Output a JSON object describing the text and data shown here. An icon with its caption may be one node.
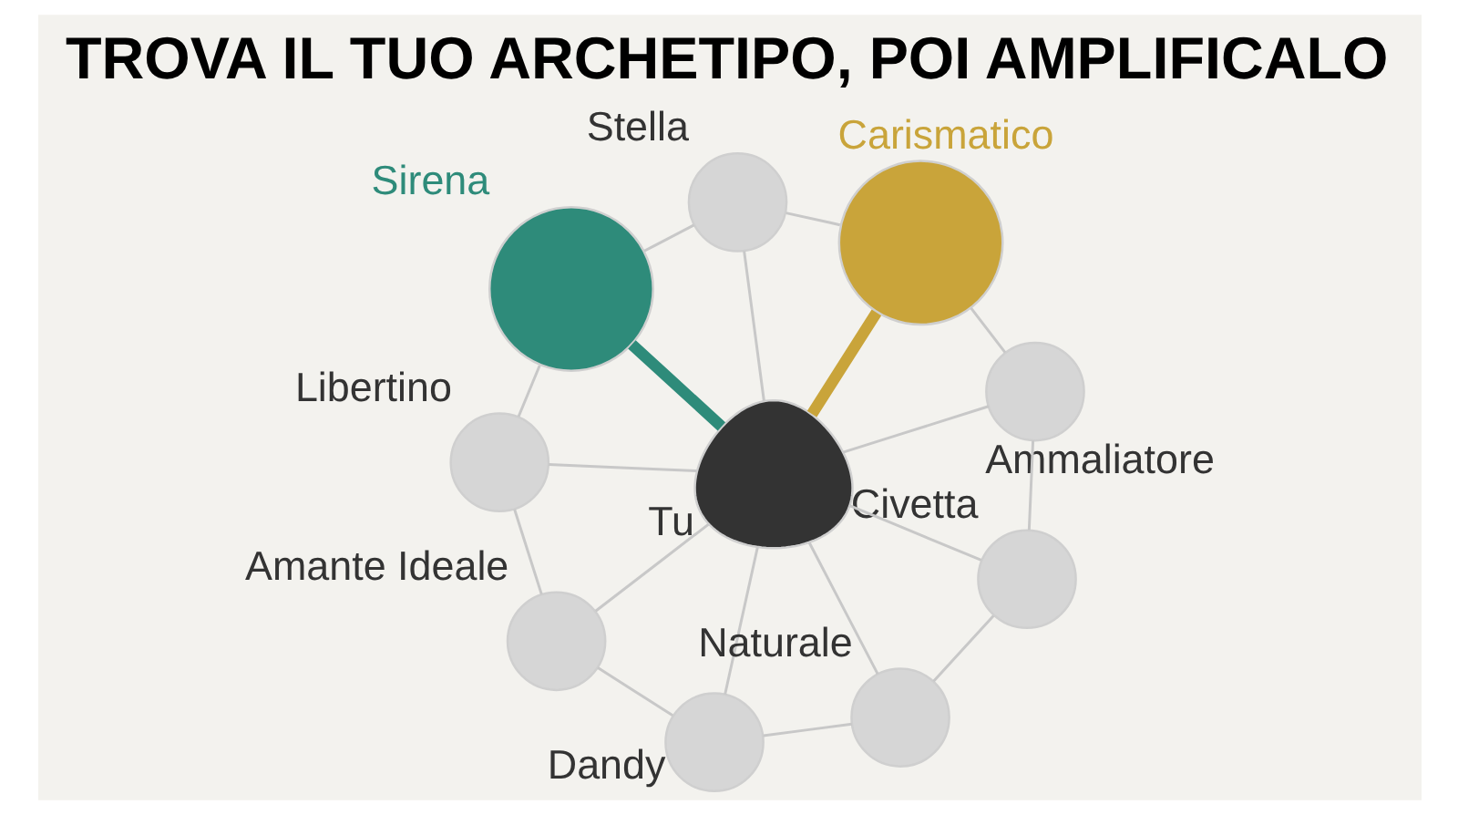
{
  "diagram": {
    "title": "TROVA IL TUO ARCHETIPO, POI AMPLIFICALO",
    "nodes": [
      {
        "text": [],
        "shape": "circle",
        "beside": [
          "Sirena"
        ]
      },
      {
        "text": [],
        "shape": "circle",
        "beside": [
          "Stella"
        ]
      },
      {
        "text": [],
        "shape": "circle",
        "beside": [
          "Libertino"
        ]
      },
      {
        "text": [],
        "shape": "circle",
        "beside": [
          "Carismatico"
        ]
      },
      {
        "text": [],
        "shape": "circle",
        "beside": [
          "Amante Ideale"
        ]
      },
      {
        "text": [],
        "shape": "person",
        "beside": [
          "Tu"
        ]
      },
      {
        "text": [],
        "shape": "circle",
        "beside": [
          "Dandy"
        ]
      },
      {
        "text": [],
        "shape": "circle",
        "beside": [
          "Ammaliatore"
        ]
      },
      {
        "text": [],
        "shape": "circle",
        "beside": [
          "Naturale"
        ]
      },
      {
        "text": [],
        "shape": "circle",
        "beside": [
          "Civetta"
        ]
      }
    ],
    "edges": [
      {
        "from": 5,
        "to": 0,
        "arrow": "none",
        "style": "thick",
        "color": "#2e8b7a"
      },
      {
        "from": 5,
        "to": 1,
        "arrow": "none"
      },
      {
        "from": 5,
        "to": 2,
        "arrow": "none"
      },
      {
        "from": 5,
        "to": 3,
        "arrow": "none",
        "style": "thick",
        "color": "#c9a43a"
      },
      {
        "from": 5,
        "to": 4,
        "arrow": "none"
      },
      {
        "from": 5,
        "to": 6,
        "arrow": "none"
      },
      {
        "from": 5,
        "to": 7,
        "arrow": "none"
      },
      {
        "from": 5,
        "to": 8,
        "arrow": "none"
      },
      {
        "from": 5,
        "to": 9,
        "arrow": "none"
      },
      {
        "from": 0,
        "to": 2,
        "arrow": "none"
      },
      {
        "from": 2,
        "to": 4,
        "arrow": "none"
      },
      {
        "from": 4,
        "to": 6,
        "arrow": "none"
      },
      {
        "from": 6,
        "to": 8,
        "arrow": "none"
      },
      {
        "from": 8,
        "to": 9,
        "arrow": "none"
      },
      {
        "from": 9,
        "to": 7,
        "arrow": "none"
      },
      {
        "from": 7,
        "to": 3,
        "arrow": "none"
      },
      {
        "from": 3,
        "to": 1,
        "arrow": "none"
      },
      {
        "from": 1,
        "to": 0,
        "arrow": "none"
      }
    ]
  }
}
